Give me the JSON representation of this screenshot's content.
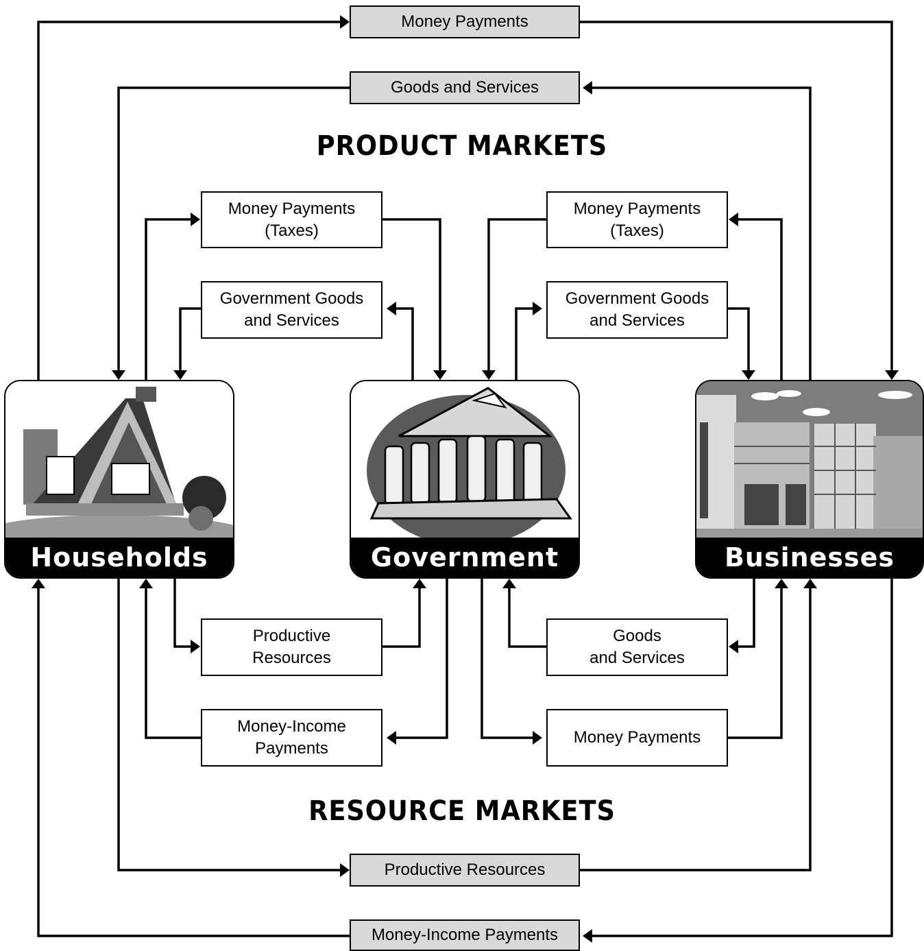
{
  "markets": {
    "product": "PRODUCT MARKETS",
    "resource": "RESOURCE MARKETS"
  },
  "sectors": {
    "households": "Households",
    "government": "Government",
    "businesses": "Businesses"
  },
  "outer_flows": {
    "top_money_payments": "Money Payments",
    "top_goods_services": "Goods and Services",
    "bottom_productive_resources": "Productive Resources",
    "bottom_money_income": "Money-Income Payments"
  },
  "left_upper": {
    "taxes_line1": "Money Payments",
    "taxes_line2": "(Taxes)",
    "gov_goods_line1": "Government Goods",
    "gov_goods_line2": "and Services"
  },
  "right_upper": {
    "taxes_line1": "Money Payments",
    "taxes_line2": "(Taxes)",
    "gov_goods_line1": "Government Goods",
    "gov_goods_line2": "and Services"
  },
  "left_lower": {
    "resources_line1": "Productive",
    "resources_line2": "Resources",
    "income_line1": "Money-Income",
    "income_line2": "Payments"
  },
  "right_lower": {
    "goods_line1": "Goods",
    "goods_line2": "and Services",
    "money_payments": "Money Payments"
  },
  "colors": {
    "box_fill_outer": "#d9d9d9",
    "box_fill_inner": "#ffffff",
    "label_band": "#000000"
  }
}
